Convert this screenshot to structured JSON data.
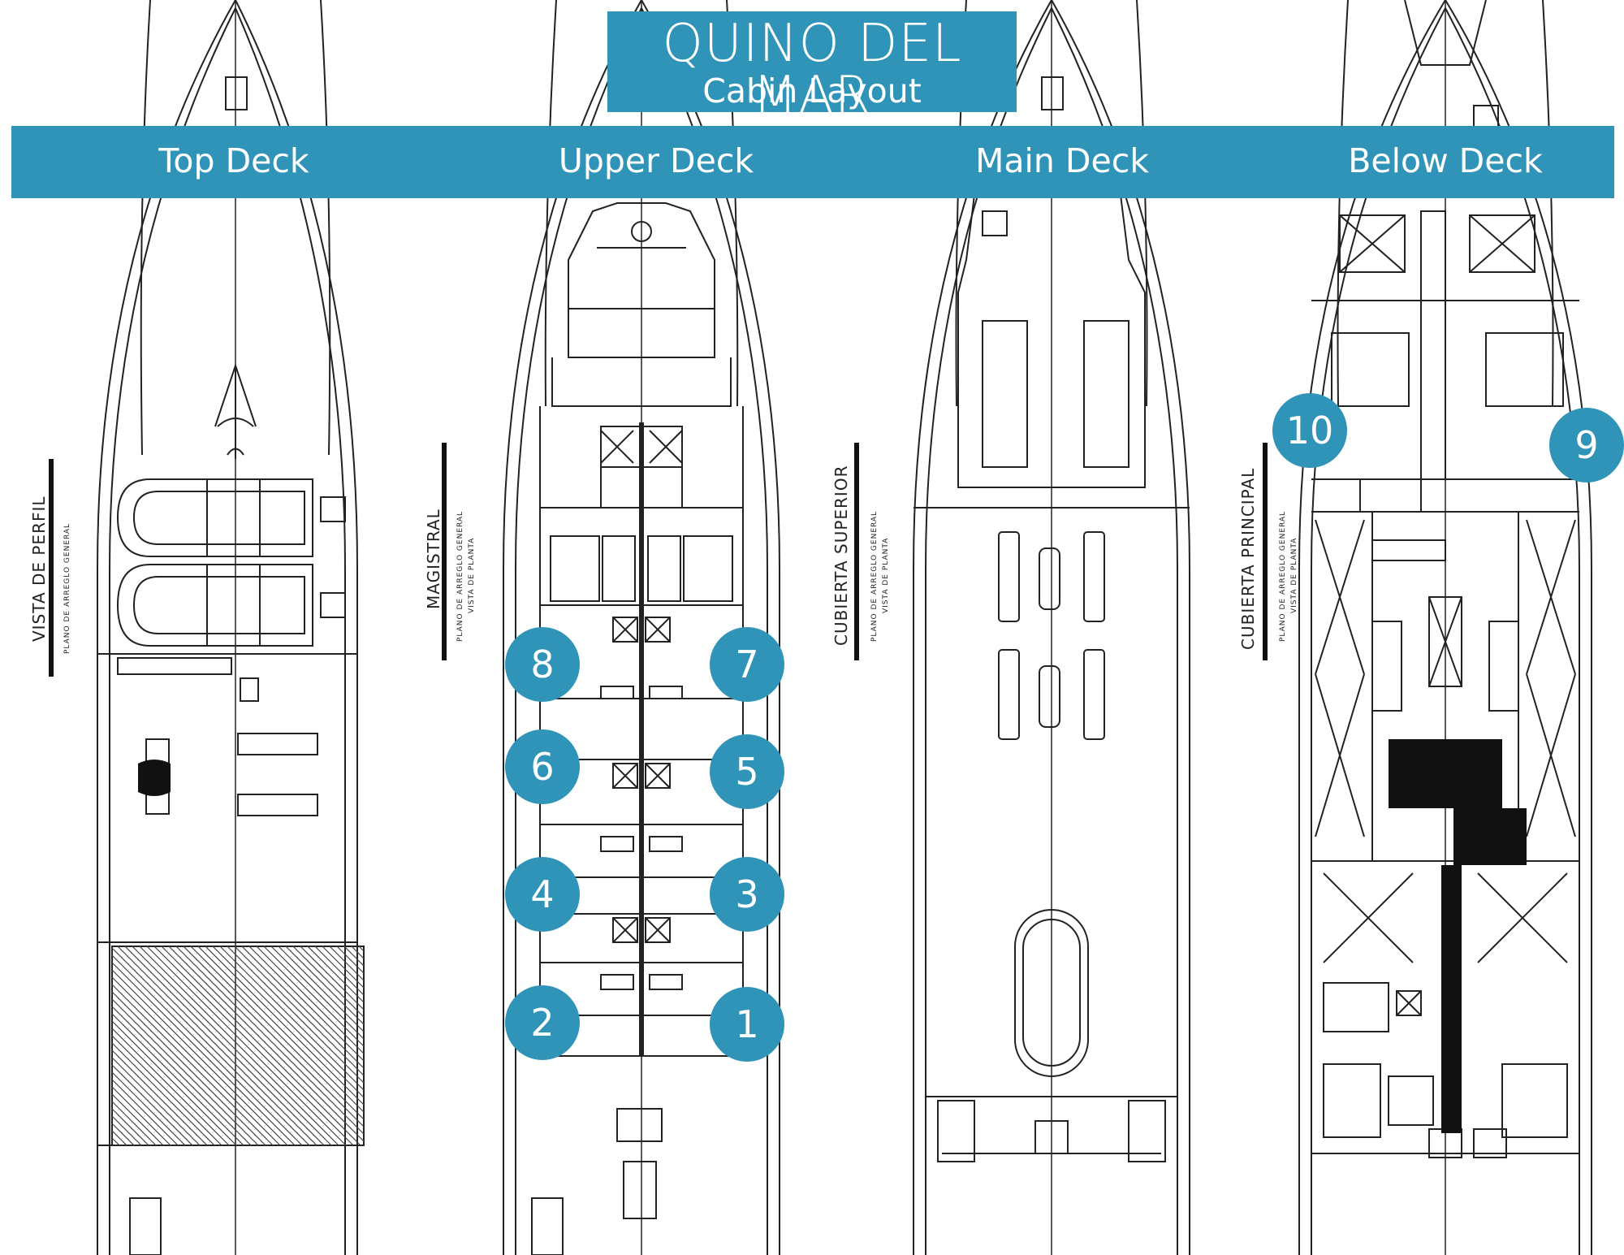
{
  "header": {
    "title": "QUINO DEL MAR",
    "subtitle": "Cabin Layout"
  },
  "decks": [
    {
      "label": "Top Deck"
    },
    {
      "label": "Upper Deck"
    },
    {
      "label": "Main Deck"
    },
    {
      "label": "Below Deck"
    }
  ],
  "plan_labels": {
    "top": {
      "main": "VISTA DE PERFIL",
      "sub": "PLANO DE ARREGLO GENERAL"
    },
    "upper": {
      "main": "MAGISTRAL",
      "sub1": "PLANO DE ARREGLO GENERAL",
      "sub2": "VISTA DE PLANTA"
    },
    "main": {
      "main": "CUBIERTA SUPERIOR",
      "sub1": "PLANO DE ARREGLO GENERAL",
      "sub2": "VISTA DE PLANTA"
    },
    "below": {
      "main": "CUBIERTA PRINCIPAL",
      "sub1": "PLANO DE ARREGLO GENERAL",
      "sub2": "VISTA DE PLANTA"
    }
  },
  "cabins": [
    "1",
    "2",
    "3",
    "4",
    "5",
    "6",
    "7",
    "8",
    "9",
    "10"
  ],
  "colors": {
    "accent": "#3094b9",
    "line": "#222222",
    "background": "#ffffff"
  }
}
